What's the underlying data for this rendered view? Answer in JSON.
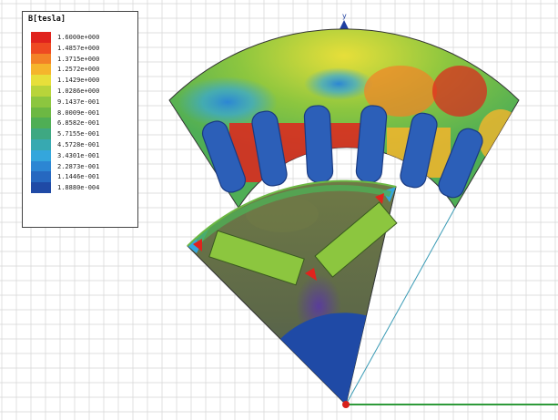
{
  "legend": {
    "title": "B[tesla]",
    "entries": [
      {
        "color": "#e0231d",
        "value": "1.6000e+000"
      },
      {
        "color": "#ee4a22",
        "value": "1.4857e+000"
      },
      {
        "color": "#f38227",
        "value": "1.3715e+000"
      },
      {
        "color": "#f5b52c",
        "value": "1.2572e+000"
      },
      {
        "color": "#e7df3a",
        "value": "1.1429e+000"
      },
      {
        "color": "#b8d43a",
        "value": "1.0286e+000"
      },
      {
        "color": "#8cc63f",
        "value": "9.1437e-001"
      },
      {
        "color": "#6cb843",
        "value": "8.0009e-001"
      },
      {
        "color": "#4fae55",
        "value": "6.8582e-001"
      },
      {
        "color": "#3ea882",
        "value": "5.7155e-001"
      },
      {
        "color": "#37a9b1",
        "value": "4.5728e-001"
      },
      {
        "color": "#34a6dc",
        "value": "3.4301e-001"
      },
      {
        "color": "#2c86d3",
        "value": "2.2873e-001"
      },
      {
        "color": "#2668c0",
        "value": "1.1446e-001"
      },
      {
        "color": "#1f4aa6",
        "value": "1.8880e-004"
      }
    ]
  },
  "axes": {
    "y_label": "y"
  }
}
